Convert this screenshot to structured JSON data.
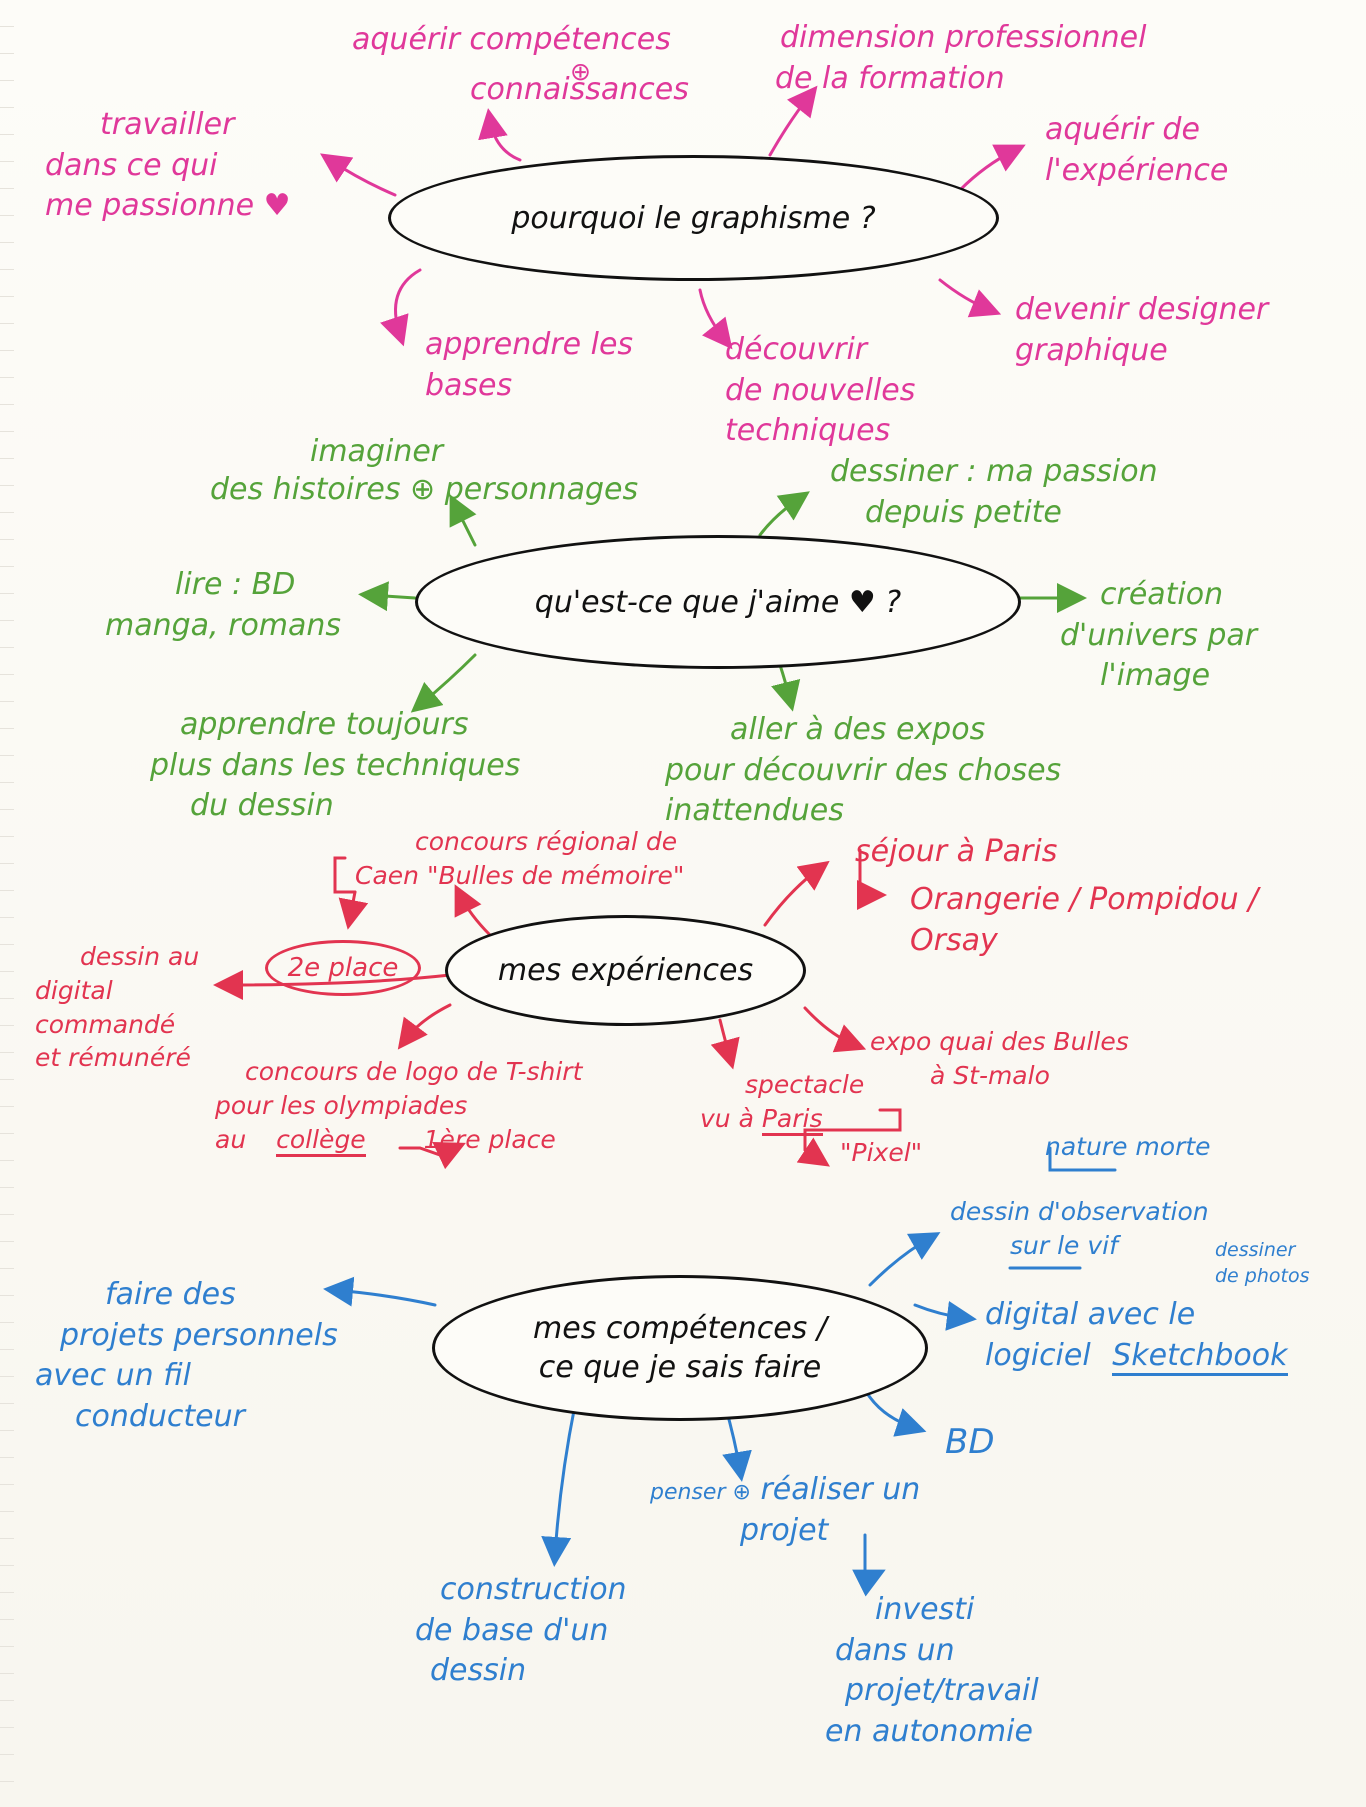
{
  "colors": {
    "pink": "#e0389a",
    "green": "#55a33a",
    "red": "#e23450",
    "blue": "#2f7fcf",
    "ink": "#111111"
  },
  "center1": "pourquoi le graphisme ?",
  "center2": "qu'est-ce que j'aime ♥ ?",
  "center3": "mes expériences",
  "center4": {
    "line1": "mes compétences /",
    "line2": "ce que je sais faire"
  },
  "pink": {
    "acquerir": "aquérir compétences",
    "connaissances": "connaissances",
    "dimension": {
      "line1": "dimension professionnel",
      "line2": "de la formation"
    },
    "experience": {
      "line1": "aquérir de",
      "line2": "l'expérience"
    },
    "travailler": {
      "line1": "travailler",
      "line2": "dans ce qui",
      "line3": "me passionne ♥"
    },
    "designer": {
      "line1": "devenir designer",
      "line2": "graphique"
    },
    "bases": {
      "line1": "apprendre les",
      "line2": "bases"
    },
    "techniques": {
      "line1": "découvrir",
      "line2": "de nouvelles",
      "line3": "techniques"
    }
  },
  "green": {
    "imaginer": "imaginer",
    "histoires": "des histoires ⊕ personnages",
    "dessiner": {
      "line1": "dessiner : ma passion",
      "line2": "depuis petite"
    },
    "lire": {
      "line1": "lire : BD",
      "line2": "manga, romans"
    },
    "creation": {
      "line1": "création",
      "line2": "d'univers par",
      "line3": "l'image"
    },
    "apprendre": {
      "line1": "apprendre toujours",
      "line2": "plus dans les techniques",
      "line3": "du dessin"
    },
    "expos": {
      "line1": "aller à des expos",
      "line2": "pour découvrir des choses",
      "line3": "inattendues"
    }
  },
  "red": {
    "concours_regional": {
      "line1": "concours régional de",
      "line2": "Caen \"Bulles de mémoire\""
    },
    "second_place": "2e place",
    "sejour": "séjour à Paris",
    "musees": {
      "line1": "Orangerie / Pompidou /",
      "line2": "Orsay"
    },
    "digital": {
      "line1": "dessin au",
      "line2": "digital",
      "line3": "commandé",
      "line4": "et rémunéré"
    },
    "logo": {
      "line1": "concours de logo de T-shirt",
      "line2": "pour les olympiades",
      "line3_a": "au",
      "line3_b": "collège",
      "line3_c": "1ère place"
    },
    "spectacle": {
      "line1": "spectacle",
      "line2_a": "vu à",
      "line2_b": "Paris",
      "line3": "\"Pixel\""
    },
    "expo_quai": {
      "line1": "expo quai des Bulles",
      "line2": "à St-malo"
    }
  },
  "blue": {
    "projets": {
      "line1": "faire des",
      "line2": "projets personnels",
      "line3": "avec un fil",
      "line4": "conducteur"
    },
    "nature": "nature morte",
    "observation": {
      "line1": "dessin d'observation",
      "line2_a": "sur",
      "line2_b": "le vif",
      "side_a": "dessiner",
      "side_b": "de photos"
    },
    "sketchbook": {
      "line1": "digital avec le",
      "line2_a": "logiciel",
      "line2_b": "Sketchbook"
    },
    "bd": "BD",
    "penser": {
      "line1_a": "penser ⊕",
      "line1_b": "réaliser un",
      "line2": "projet"
    },
    "construction": {
      "line1": "construction",
      "line2": "de base d'un",
      "line3": "dessin"
    },
    "investi": {
      "line1": "investi",
      "line2": "dans un",
      "line3": "projet/travail",
      "line4": "en autonomie"
    }
  }
}
